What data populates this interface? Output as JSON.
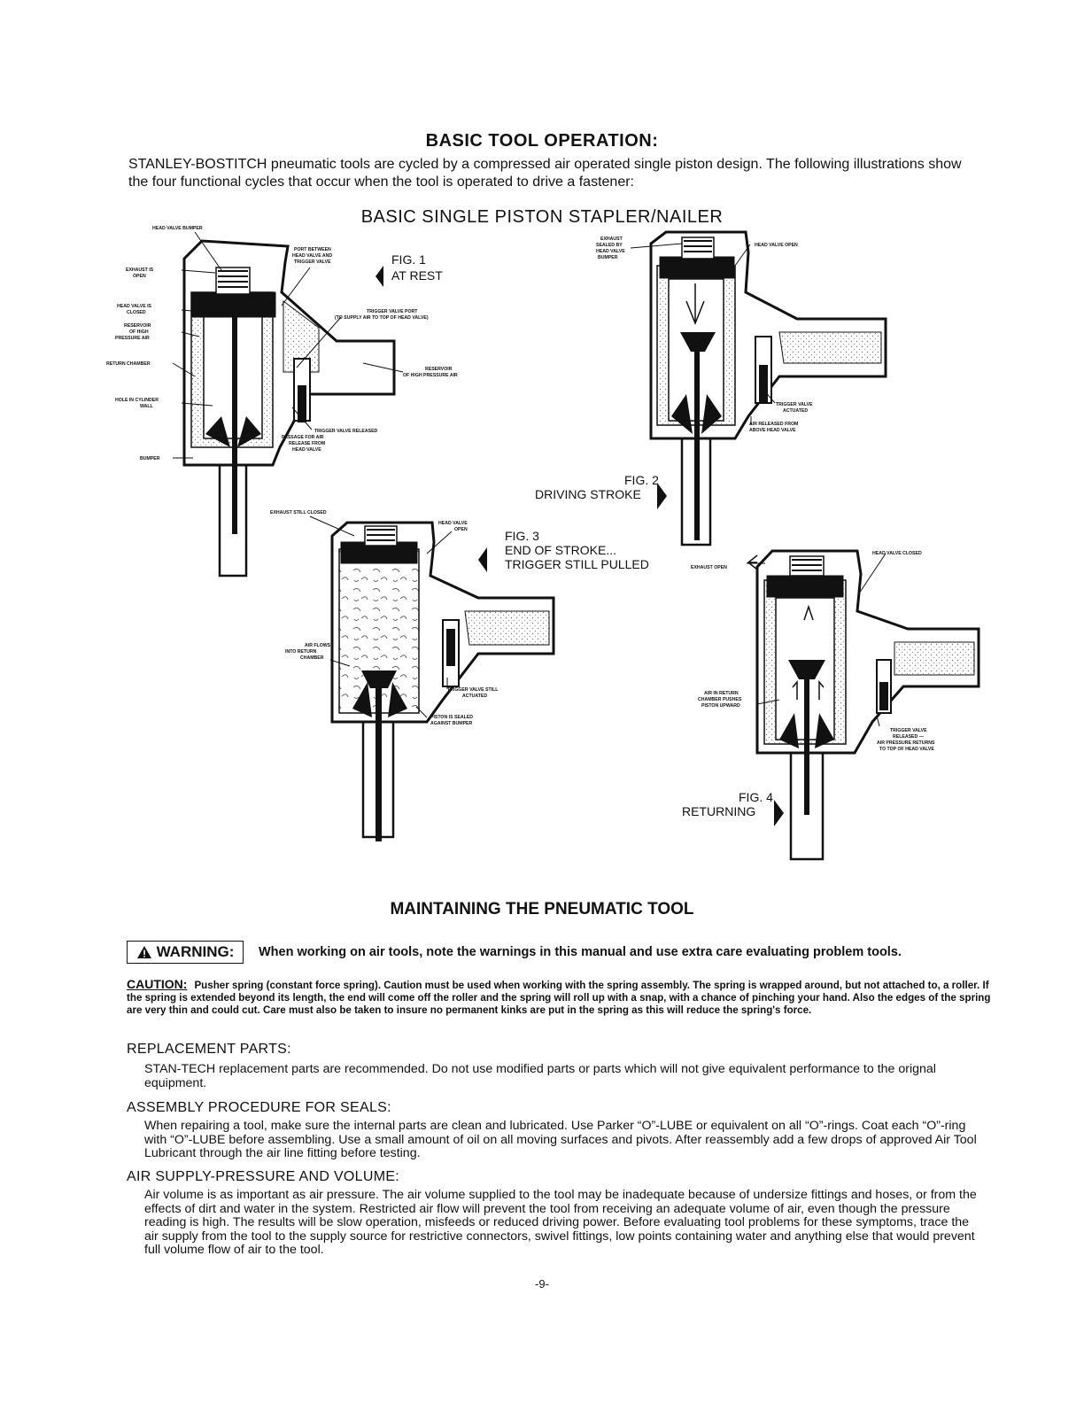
{
  "section1": {
    "title": "BASIC TOOL OPERATION:",
    "intro": "STANLEY-BOSTITCH pneumatic tools are cycled by a compressed air operated single piston design. The following illustrations show the four functional cycles that occur when the tool is operated to drive a fastener:",
    "figure_header": "BASIC SINGLE PISTON STAPLER/NAILER"
  },
  "figures": {
    "fig1": {
      "number": "FIG. 1",
      "caption": "AT REST",
      "labels": {
        "head_valve_bumper": "HEAD VALVE BUMPER",
        "exhaust_is_open_1": "EXHAUST IS",
        "exhaust_is_open_2": "OPEN",
        "head_valve_closed_1": "HEAD VALVE IS",
        "head_valve_closed_2": "CLOSED",
        "reservoir_1": "RESERVOIR",
        "reservoir_2": "OF HIGH",
        "reservoir_3": "PRESSURE AIR",
        "return_chamber": "RETURN CHAMBER",
        "hole_cylinder_1": "HOLE IN CYLINDER",
        "hole_cylinder_2": "WALL",
        "bumper": "BUMPER",
        "port_between_1": "PORT BETWEEN",
        "port_between_2": "HEAD VALVE AND",
        "port_between_3": "TRIGGER VALVE",
        "trigger_port_1": "TRIGGER VALVE PORT",
        "trigger_port_2": "(TO SUPPLY AIR TO TOP OF HEAD VALVE)",
        "reservoir_right_1": "RESERVOIR",
        "reservoir_right_2": "OF HIGH PRESSURE AIR",
        "trigger_released": "TRIGGER VALVE RELEASED",
        "passage_1": "PASSAGE FOR AIR",
        "passage_2": "RELEASE FROM",
        "passage_3": "HEAD VALVE"
      }
    },
    "fig2": {
      "number": "FIG. 2",
      "caption": "DRIVING STROKE",
      "labels": {
        "exhaust_sealed_1": "EXHAUST",
        "exhaust_sealed_2": "SEALED BY",
        "exhaust_sealed_3": "HEAD VALVE",
        "exhaust_sealed_4": "BUMPER",
        "head_valve_open": "HEAD VALVE OPEN",
        "trigger_actuated_1": "TRIGGER VALVE",
        "trigger_actuated_2": "ACTUATED",
        "air_released_1": "AIR RELEASED FROM",
        "air_released_2": "ABOVE HEAD VALVE"
      }
    },
    "fig3": {
      "number": "FIG. 3",
      "caption_1": "END OF STROKE...",
      "caption_2": "TRIGGER STILL PULLED",
      "labels": {
        "exhaust_still_closed": "EXHAUST STILL CLOSED",
        "head_valve_open_1": "HEAD VALVE",
        "head_valve_open_2": "OPEN",
        "air_flows_1": "AIR FLOWS",
        "air_flows_2": "INTO RETURN",
        "air_flows_3": "CHAMBER",
        "trigger_still_1": "TRIGGER VALVE STILL",
        "trigger_still_2": "ACTUATED",
        "piston_sealed_1": "PISTON IS SEALED",
        "piston_sealed_2": "AGAINST BUMPER"
      }
    },
    "fig4": {
      "number": "FIG. 4",
      "caption": "RETURNING",
      "labels": {
        "head_valve_closed": "HEAD VALVE CLOSED",
        "exhaust_open": "EXHAUST OPEN",
        "air_return_1": "AIR IN RETURN",
        "air_return_2": "CHAMBER PUSHES",
        "air_return_3": "PISTON UPWARD",
        "trigger_released_1": "TRIGGER VALVE",
        "trigger_released_2": "RELEASED —",
        "trigger_released_3": "AIR PRESSURE RETURNS",
        "trigger_released_4": "TO TOP OF HEAD VALVE"
      }
    }
  },
  "section2": {
    "title": "MAINTAINING THE PNEUMATIC TOOL",
    "warning_label": "WARNING:",
    "warning_text": "When working on air tools, note the warnings in this manual and use extra care evaluating problem tools.",
    "caution_label": "CAUTION:",
    "caution_text": "Pusher spring (constant force spring). Caution must be used when working with the spring assembly. The spring is wrapped around, but not attached to, a roller. If the spring is extended beyond its length, the end will come off the roller and the spring will roll up with a snap, with a chance of pinching your hand. Also the edges of the spring are very thin and could cut. Care must also be taken to insure no permanent kinks are put in the spring as this will reduce the spring's force.",
    "replacement_head": "REPLACEMENT PARTS:",
    "replacement_body": "STAN-TECH replacement parts are recommended. Do not use modified parts or parts which will not give equivalent performance to the orignal equipment.",
    "assembly_head": "ASSEMBLY PROCEDURE FOR SEALS:",
    "assembly_body": "When repairing a tool, make sure the internal parts are clean and lubricated. Use Parker “O”-LUBE or equivalent on all “O”-rings. Coat each “O”-ring with “O”-LUBE before assembling. Use a small amount of oil on all moving surfaces and pivots. After reassembly add a few drops of approved Air Tool Lubricant through the air line fitting before testing.",
    "air_head": "AIR SUPPLY-PRESSURE AND VOLUME:",
    "air_body": "Air volume is as important as air pressure. The air volume supplied to the tool may be inadequate because of undersize fittings and hoses, or from the effects of dirt and water in the system. Restricted air flow will prevent the tool from receiving an adequate volume of air, even though the pressure reading is high. The results will be slow operation, misfeeds or reduced driving power. Before evaluating tool problems for these symptoms, trace the air supply from the tool to the supply source for restrictive connectors, swivel fittings, low points containing water and anything else that would prevent full volume flow of air to the tool."
  },
  "page_number": "-9-"
}
